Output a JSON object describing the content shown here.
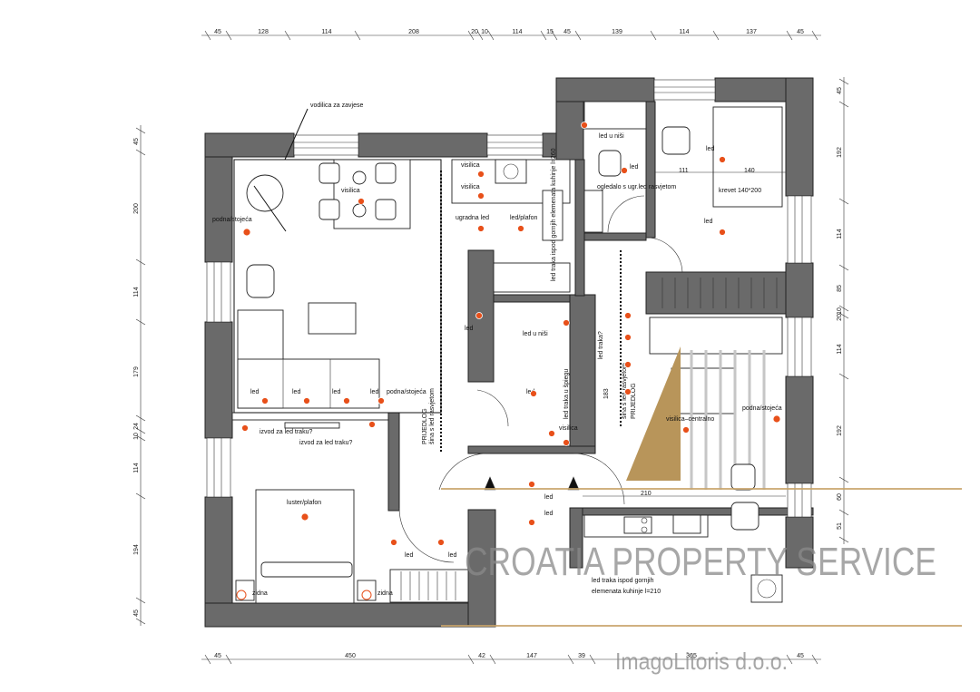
{
  "dimensions": {
    "top": [
      "45",
      "128",
      "114",
      "208",
      "20",
      "10",
      "114",
      "15",
      "45",
      "139",
      "114",
      "137",
      "45"
    ],
    "bottom": [
      "45",
      "450",
      "42",
      "147",
      "39",
      "365",
      "45"
    ],
    "left": [
      "45",
      "200",
      "114",
      "179",
      "24",
      "10",
      "114",
      "194",
      "45"
    ],
    "right": [
      "45",
      "192",
      "114",
      "85",
      "10",
      "20",
      "114",
      "192",
      "60",
      "51"
    ]
  },
  "labels": {
    "curtain_rail": "vodilica za zavjese",
    "floor_lamp_1": "podna/stojeća",
    "pendant_dining": "visilica",
    "pendant_kitchen_1": "visilica",
    "pendant_kitchen_2": "visilica",
    "recessed_led": "ugradna led",
    "led_ceiling_kitchen": "led/plafon",
    "kitchen_strip_vertical": "led traka ispod gornjih elemenata kuhinje l=260",
    "led_niche_1": "led u niši",
    "mirror_led": "ogledalo s ugr.led rasvjetom",
    "led_bath_1": "led",
    "bed_1_width": "111",
    "bed_1_length": "140",
    "bed_1_label": "krevet 140*200",
    "led_bed_room": "led",
    "led_bed_room_2": "led",
    "led_niche_2": "led u niši",
    "led_hall_left": "led",
    "led_bath_2": "led",
    "led_strip_question": "led traka?",
    "led_mirror_2": "led traka u špiegu",
    "pendant_bath": "visilica",
    "rail_left": "šina s led rasvjetom",
    "rail_right": "šina s led rasvjetom",
    "sliding_left": "PRIJEDLOG",
    "sliding_right": "PRIJEDLOG",
    "dim_183": "183",
    "sofa_led_1": "led",
    "sofa_led_2": "led",
    "sofa_led_3": "led",
    "sofa_led_4": "led",
    "floor_lamp_2": "podna/stojeća",
    "strip_out_1": "izvod za led traku?",
    "strip_out_2": "izvod za led traku?",
    "luster": "luster/plafon",
    "led_bedroom": "led",
    "led_wardrobe": "led",
    "wall_1": "zidna",
    "wall_2": "zidna",
    "led_hall_1": "led",
    "led_hall_2": "led",
    "pendant_central": "visilica–centralno",
    "floor_lamp_3": "podna/stojeća",
    "dim_210": "210",
    "kitchen_strip_1": "led traka ispod gornjih",
    "kitchen_strip_2": "elemenata kuhinje l=210"
  },
  "watermark": {
    "main": "CROATIA PROPERTY SERVICE",
    "sub": "ImagoLitoris d.o.o."
  },
  "colors": {
    "wall": "#6a6a6a",
    "led": "#e8501a",
    "accent_panel": "#b8955a",
    "watermark_line": "#c8a46a"
  }
}
